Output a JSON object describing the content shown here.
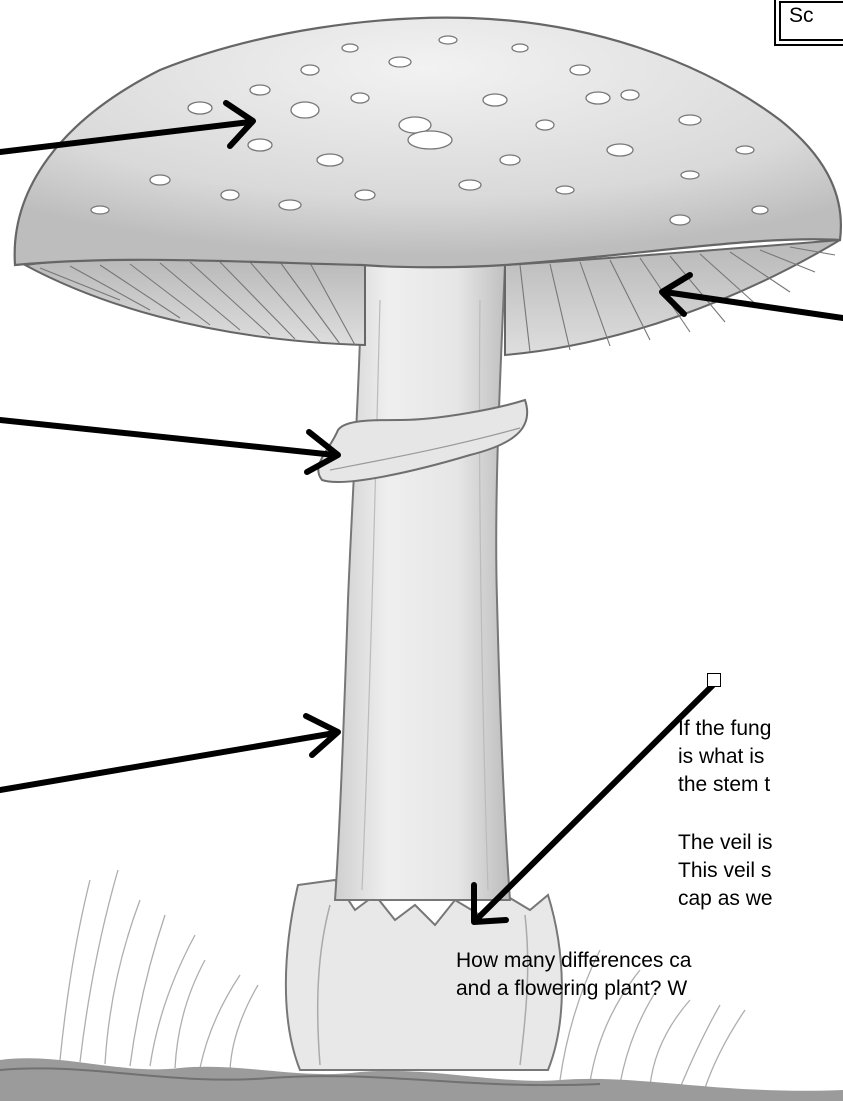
{
  "header": {
    "title": "Sc"
  },
  "paragraphs": {
    "veil_intro": [
      "If the fung",
      "is what is",
      "the stem t"
    ],
    "veil_desc": [
      "The veil is",
      "This veil s",
      "cap as we"
    ],
    "question": [
      "How many differences ca",
      "and a flowering plant?  W"
    ]
  },
  "colors": {
    "ink": "#000000",
    "pencil": "#6b6b6b",
    "paper": "#ffffff"
  }
}
